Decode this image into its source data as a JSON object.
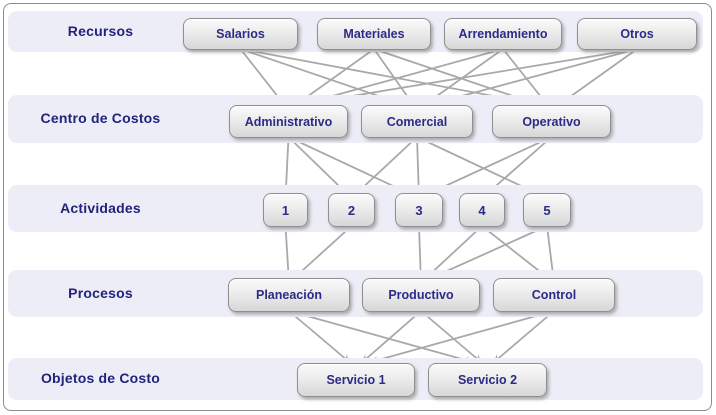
{
  "diagram": {
    "rows": [
      {
        "id": "recursos",
        "label": "Recursos",
        "nodes": [
          {
            "id": "salarios",
            "label": "Salarios"
          },
          {
            "id": "materiales",
            "label": "Materiales"
          },
          {
            "id": "arrendamiento",
            "label": "Arrendamiento"
          },
          {
            "id": "otros",
            "label": "Otros"
          }
        ]
      },
      {
        "id": "centro-de-costos",
        "label": "Centro de Costos",
        "nodes": [
          {
            "id": "administrativo",
            "label": "Administrativo"
          },
          {
            "id": "comercial",
            "label": "Comercial"
          },
          {
            "id": "operativo",
            "label": "Operativo"
          }
        ]
      },
      {
        "id": "actividades",
        "label": "Actividades",
        "nodes": [
          {
            "id": "a1",
            "label": "1"
          },
          {
            "id": "a2",
            "label": "2"
          },
          {
            "id": "a3",
            "label": "3"
          },
          {
            "id": "a4",
            "label": "4"
          },
          {
            "id": "a5",
            "label": "5"
          }
        ]
      },
      {
        "id": "procesos",
        "label": "Procesos",
        "nodes": [
          {
            "id": "planeacion",
            "label": "Planeación"
          },
          {
            "id": "productivo",
            "label": "Productivo"
          },
          {
            "id": "control",
            "label": "Control"
          }
        ]
      },
      {
        "id": "objetos-de-costo",
        "label": "Objetos de Costo",
        "nodes": [
          {
            "id": "servicio1",
            "label": "Servicio 1"
          },
          {
            "id": "servicio2",
            "label": "Servicio 2"
          }
        ]
      }
    ],
    "edges": [
      [
        "salarios",
        "administrativo"
      ],
      [
        "salarios",
        "comercial"
      ],
      [
        "salarios",
        "operativo"
      ],
      [
        "materiales",
        "administrativo"
      ],
      [
        "materiales",
        "comercial"
      ],
      [
        "materiales",
        "operativo"
      ],
      [
        "arrendamiento",
        "administrativo"
      ],
      [
        "arrendamiento",
        "comercial"
      ],
      [
        "arrendamiento",
        "operativo"
      ],
      [
        "otros",
        "administrativo"
      ],
      [
        "otros",
        "comercial"
      ],
      [
        "otros",
        "operativo"
      ],
      [
        "administrativo",
        "a1"
      ],
      [
        "administrativo",
        "a2"
      ],
      [
        "administrativo",
        "a3"
      ],
      [
        "comercial",
        "a2"
      ],
      [
        "comercial",
        "a3"
      ],
      [
        "comercial",
        "a5"
      ],
      [
        "operativo",
        "a3"
      ],
      [
        "operativo",
        "a4"
      ],
      [
        "a1",
        "planeacion"
      ],
      [
        "a2",
        "planeacion"
      ],
      [
        "a3",
        "productivo"
      ],
      [
        "a4",
        "productivo"
      ],
      [
        "a4",
        "control"
      ],
      [
        "a5",
        "productivo"
      ],
      [
        "a5",
        "control"
      ],
      [
        "planeacion",
        "servicio1"
      ],
      [
        "planeacion",
        "servicio2"
      ],
      [
        "productivo",
        "servicio1"
      ],
      [
        "productivo",
        "servicio2"
      ],
      [
        "control",
        "servicio1"
      ],
      [
        "control",
        "servicio2"
      ]
    ]
  },
  "colors": {
    "band": "#ecedf6",
    "row_label_text": "#23237d",
    "node_text": "#2b2b88",
    "arrow": "#a9a9a9",
    "node_border": "#8f8f8f"
  }
}
